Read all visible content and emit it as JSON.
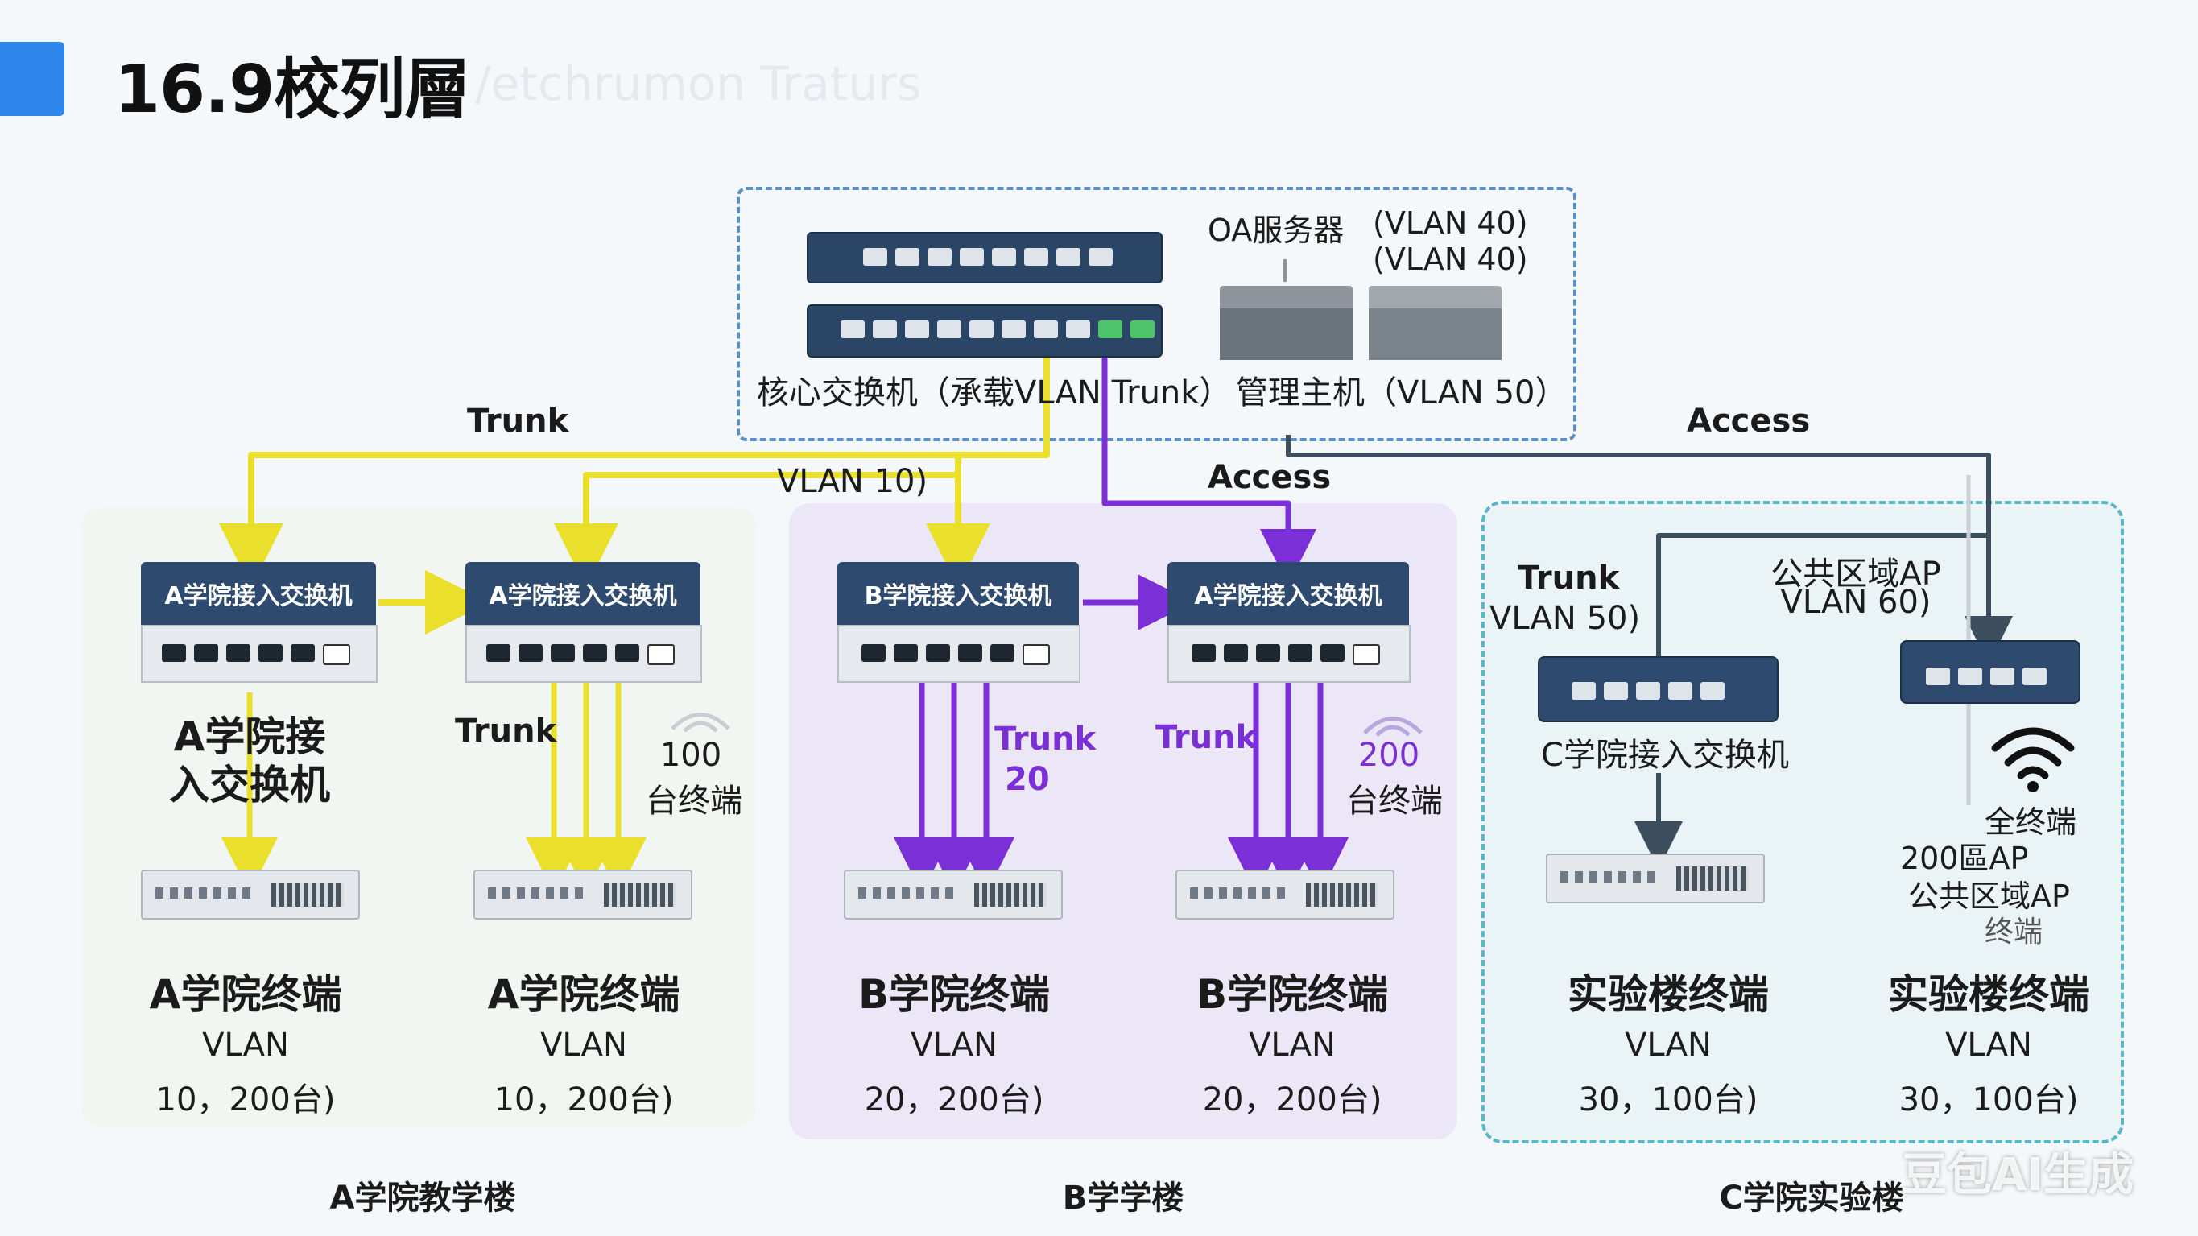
{
  "page": {
    "title": "16.9校列層",
    "subtitle": "/etchrumon Traturs",
    "watermark": "豆包AI生成"
  },
  "colors": {
    "trunk_yellow": "#eadf2a",
    "vlan20_purple": "#7b2fd6",
    "access_dark": "#3c4e5e",
    "switch_blue": "#2e4a6e"
  },
  "core": {
    "core_switch_label": "核心交换机（承载VLAN Trunk）",
    "mgmt_label": "管理主机（VLAN 50）",
    "oa_label": "OA服务器",
    "oa_vlan_1": "(VLAN 40)",
    "oa_vlan_2": "(VLAN 40)"
  },
  "links": {
    "trunk_top": "Trunk",
    "vlan10": "VLAN 10)",
    "access_mid": "Access",
    "access_right": "Access"
  },
  "buildings": {
    "a": {
      "name": "A学院教学楼",
      "switch1": "A学院接入交换机",
      "switch2": "A学院接入交换机",
      "switch_caption_1": "A学院接",
      "switch_caption_2": "入交换机",
      "trunk": "Trunk",
      "wifi_count": "100",
      "wifi_unit": "台终端",
      "terminal1": {
        "name": "A学院终端",
        "vlan": "VLAN",
        "detail": "10，200台)"
      },
      "terminal2": {
        "name": "A学院终端",
        "vlan": "VLAN",
        "detail": "10，200台)"
      }
    },
    "b": {
      "name": "B学学楼",
      "switch1": "B学院接入交换机",
      "switch2": "A学院接入交换机",
      "trunk1": "Trunk",
      "trunk1_num": "20",
      "trunk2": "Trunk",
      "wifi_count": "200",
      "wifi_unit": "台终端",
      "terminal1": {
        "name": "B学院终端",
        "vlan": "VLAN",
        "detail": "20，200台)"
      },
      "terminal2": {
        "name": "B学院终端",
        "vlan": "VLAN",
        "detail": "20，200台)"
      }
    },
    "c": {
      "name": "C学院实验楼",
      "trunk": "Trunk",
      "trunk_vlan": "VLAN 50)",
      "ap_label_1": "公共区域AP",
      "ap_label_2": "VLAN 60)",
      "switch_label": "C学院接入交换机",
      "wifi_text_1": "全终端",
      "wifi_text_2": "200區AP",
      "wifi_text_3": "公共区域AP",
      "wifi_text_4": "终端",
      "terminal1": {
        "name": "实验楼终端",
        "vlan": "VLAN",
        "detail": "30，100台)"
      },
      "terminal2": {
        "name": "实验楼终端",
        "vlan": "VLAN",
        "detail": "30，100台)"
      }
    }
  }
}
